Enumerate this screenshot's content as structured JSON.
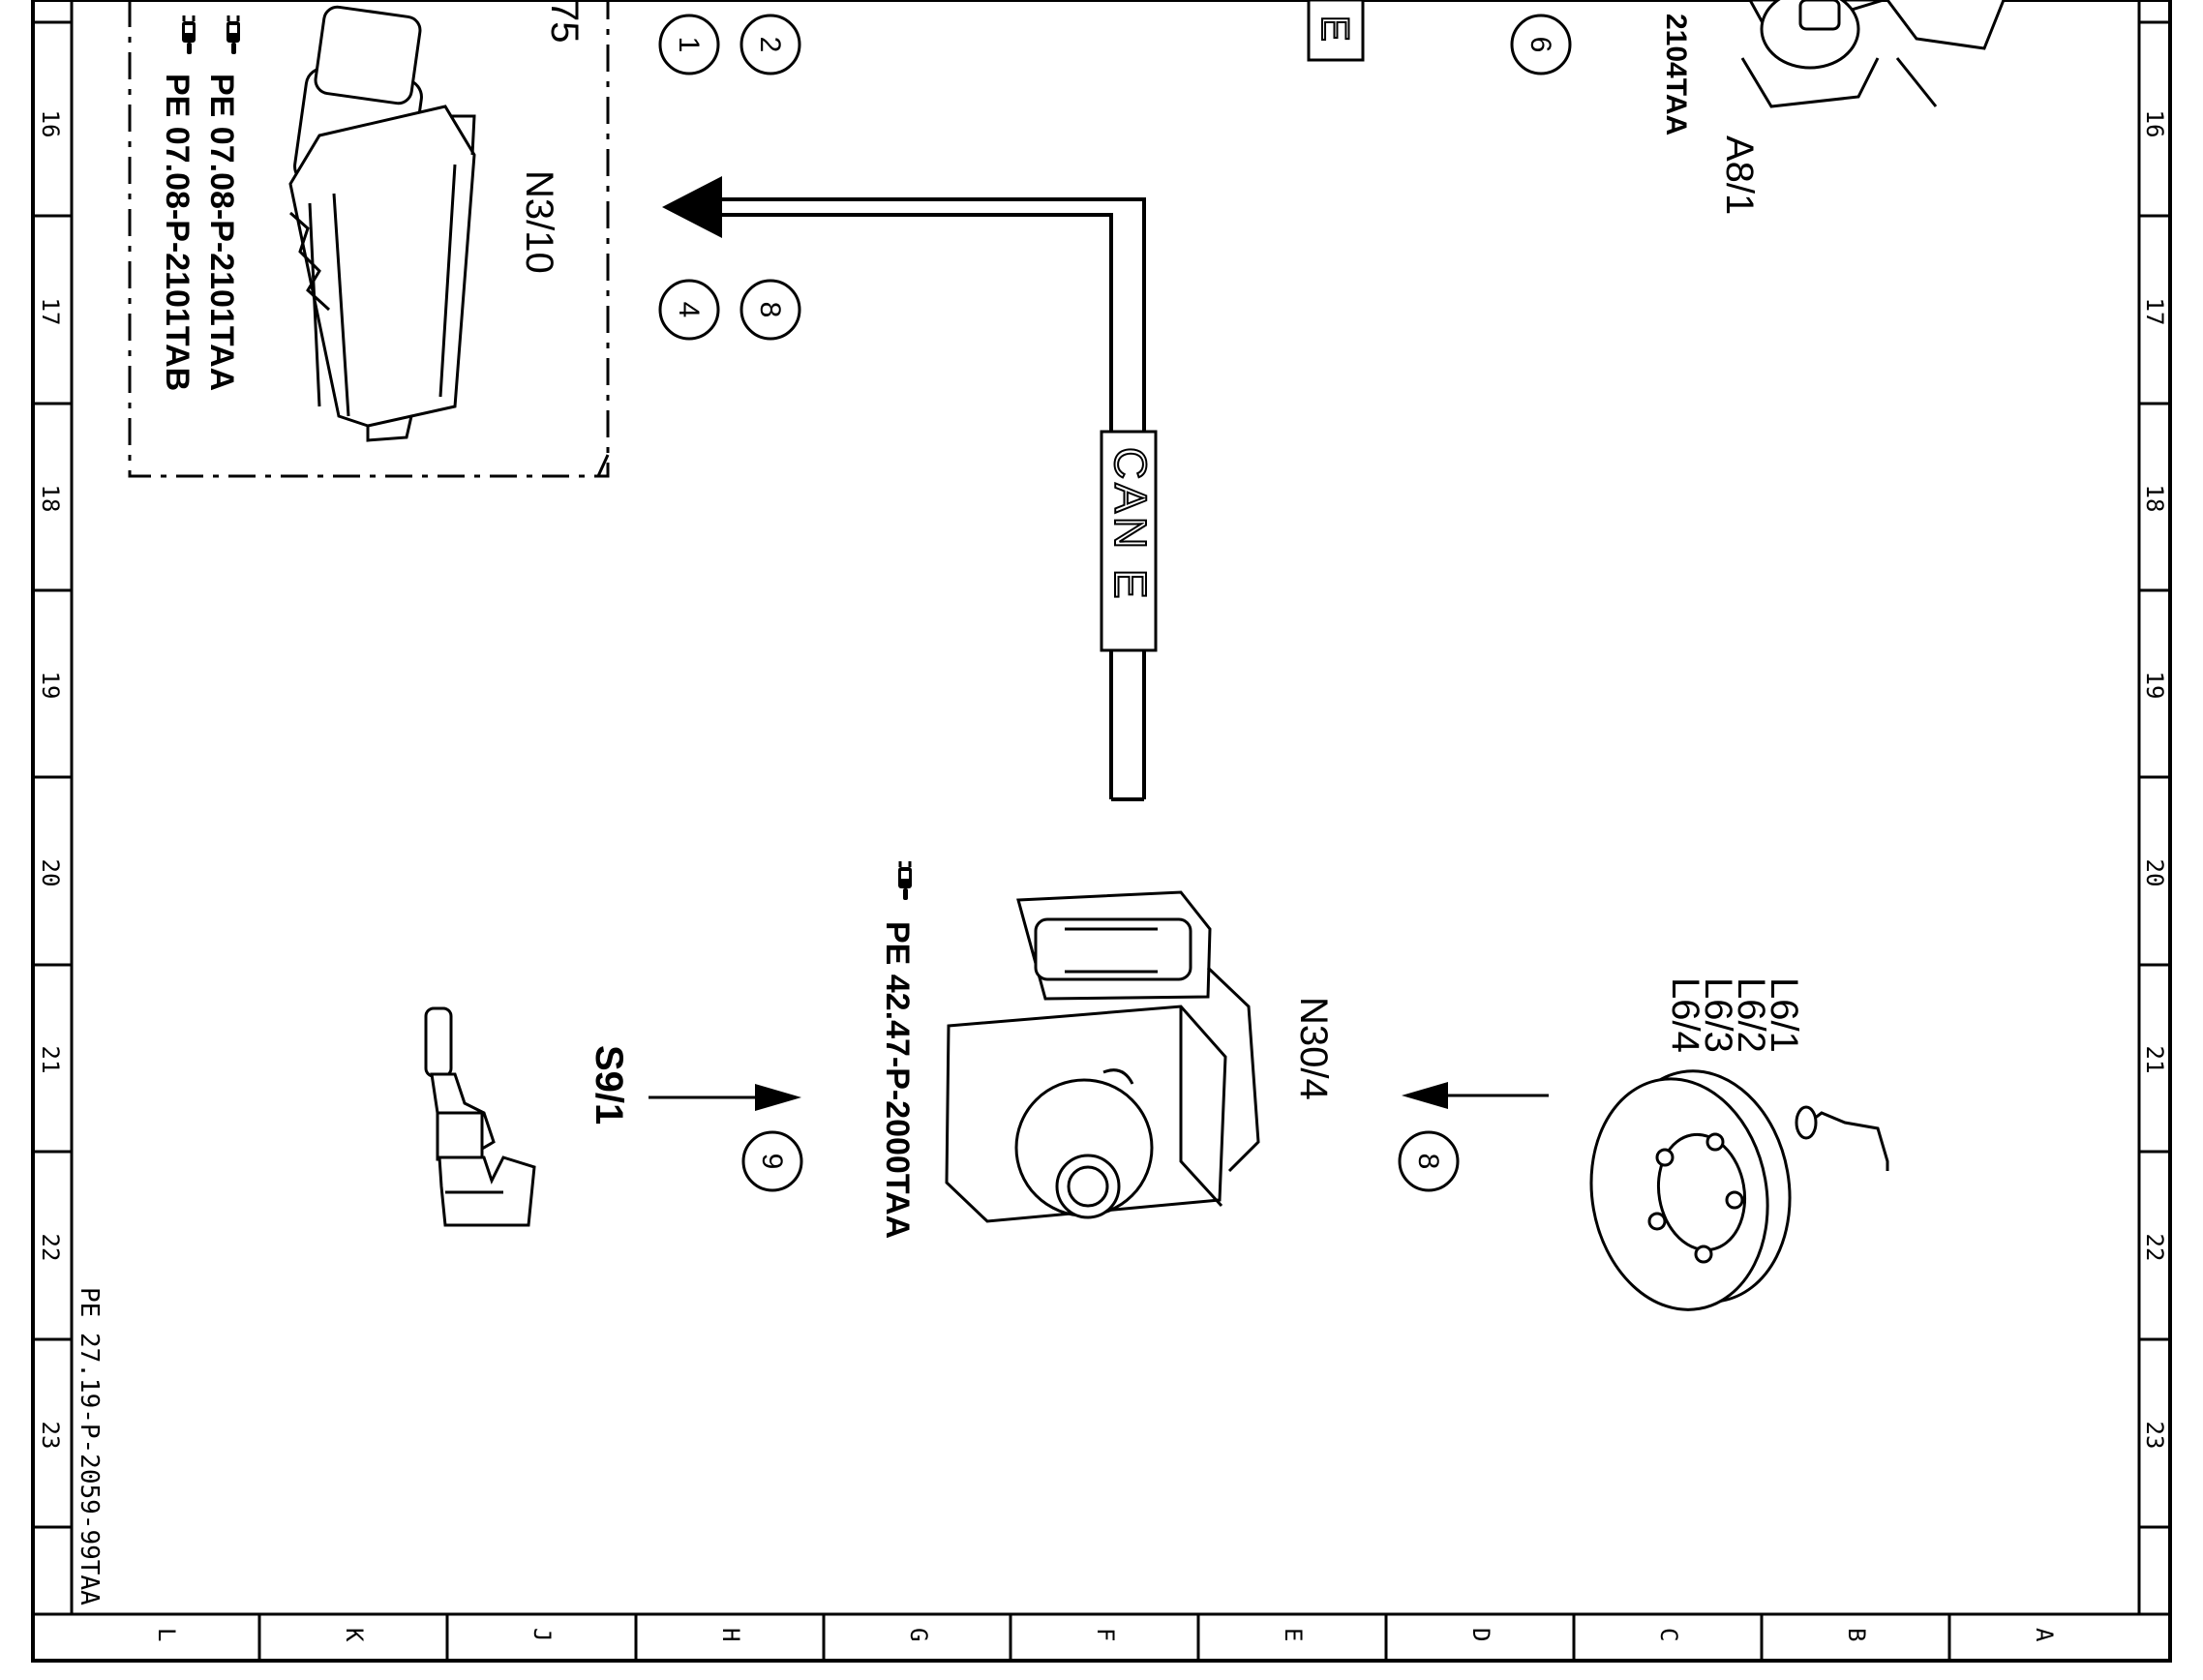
{
  "frame": {
    "column_labels": [
      "L",
      "K",
      "J",
      "H",
      "G",
      "F",
      "E",
      "D",
      "C",
      "B",
      "A"
    ],
    "row_labels": [
      "16",
      "17",
      "18",
      "19",
      "20",
      "21",
      "22",
      "23"
    ],
    "drawing_number": "PE 27.19-P-2059-99TAA"
  },
  "modules": {
    "n3_10": {
      "label": "N3/10",
      "partial_label": "75",
      "refs": [
        "PE 07.08-P-2101TAA",
        "PE 07.08-P-2101TAB"
      ]
    },
    "a8_1": {
      "label": "A8/1",
      "ref": "2104TAA"
    },
    "n30_4": {
      "label": "N30/4",
      "ref": "PE 42.47-P-2000TAA"
    },
    "s9_1": {
      "label": "S9/1"
    },
    "l6": {
      "labels": [
        "L6/1",
        "L6/2",
        "L6/3",
        "L6/4"
      ]
    }
  },
  "bus": {
    "label": "CAN E",
    "partial_label": "E"
  },
  "signals": {
    "top_pair": [
      "2",
      "1"
    ],
    "signal_6": "6",
    "can_pair": [
      "8",
      "4"
    ],
    "signal_8": "8",
    "signal_9": "9"
  },
  "icons": [
    "pointing-hand-icon"
  ]
}
